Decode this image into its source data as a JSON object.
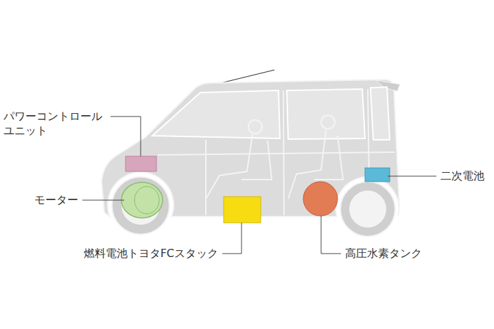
{
  "diagram": {
    "labels": [
      "パワーコントロール ユニット",
      "モーター",
      "燃料電池トヨタFCスタック",
      "高圧水素タンク",
      "二次電池"
    ]
  }
}
